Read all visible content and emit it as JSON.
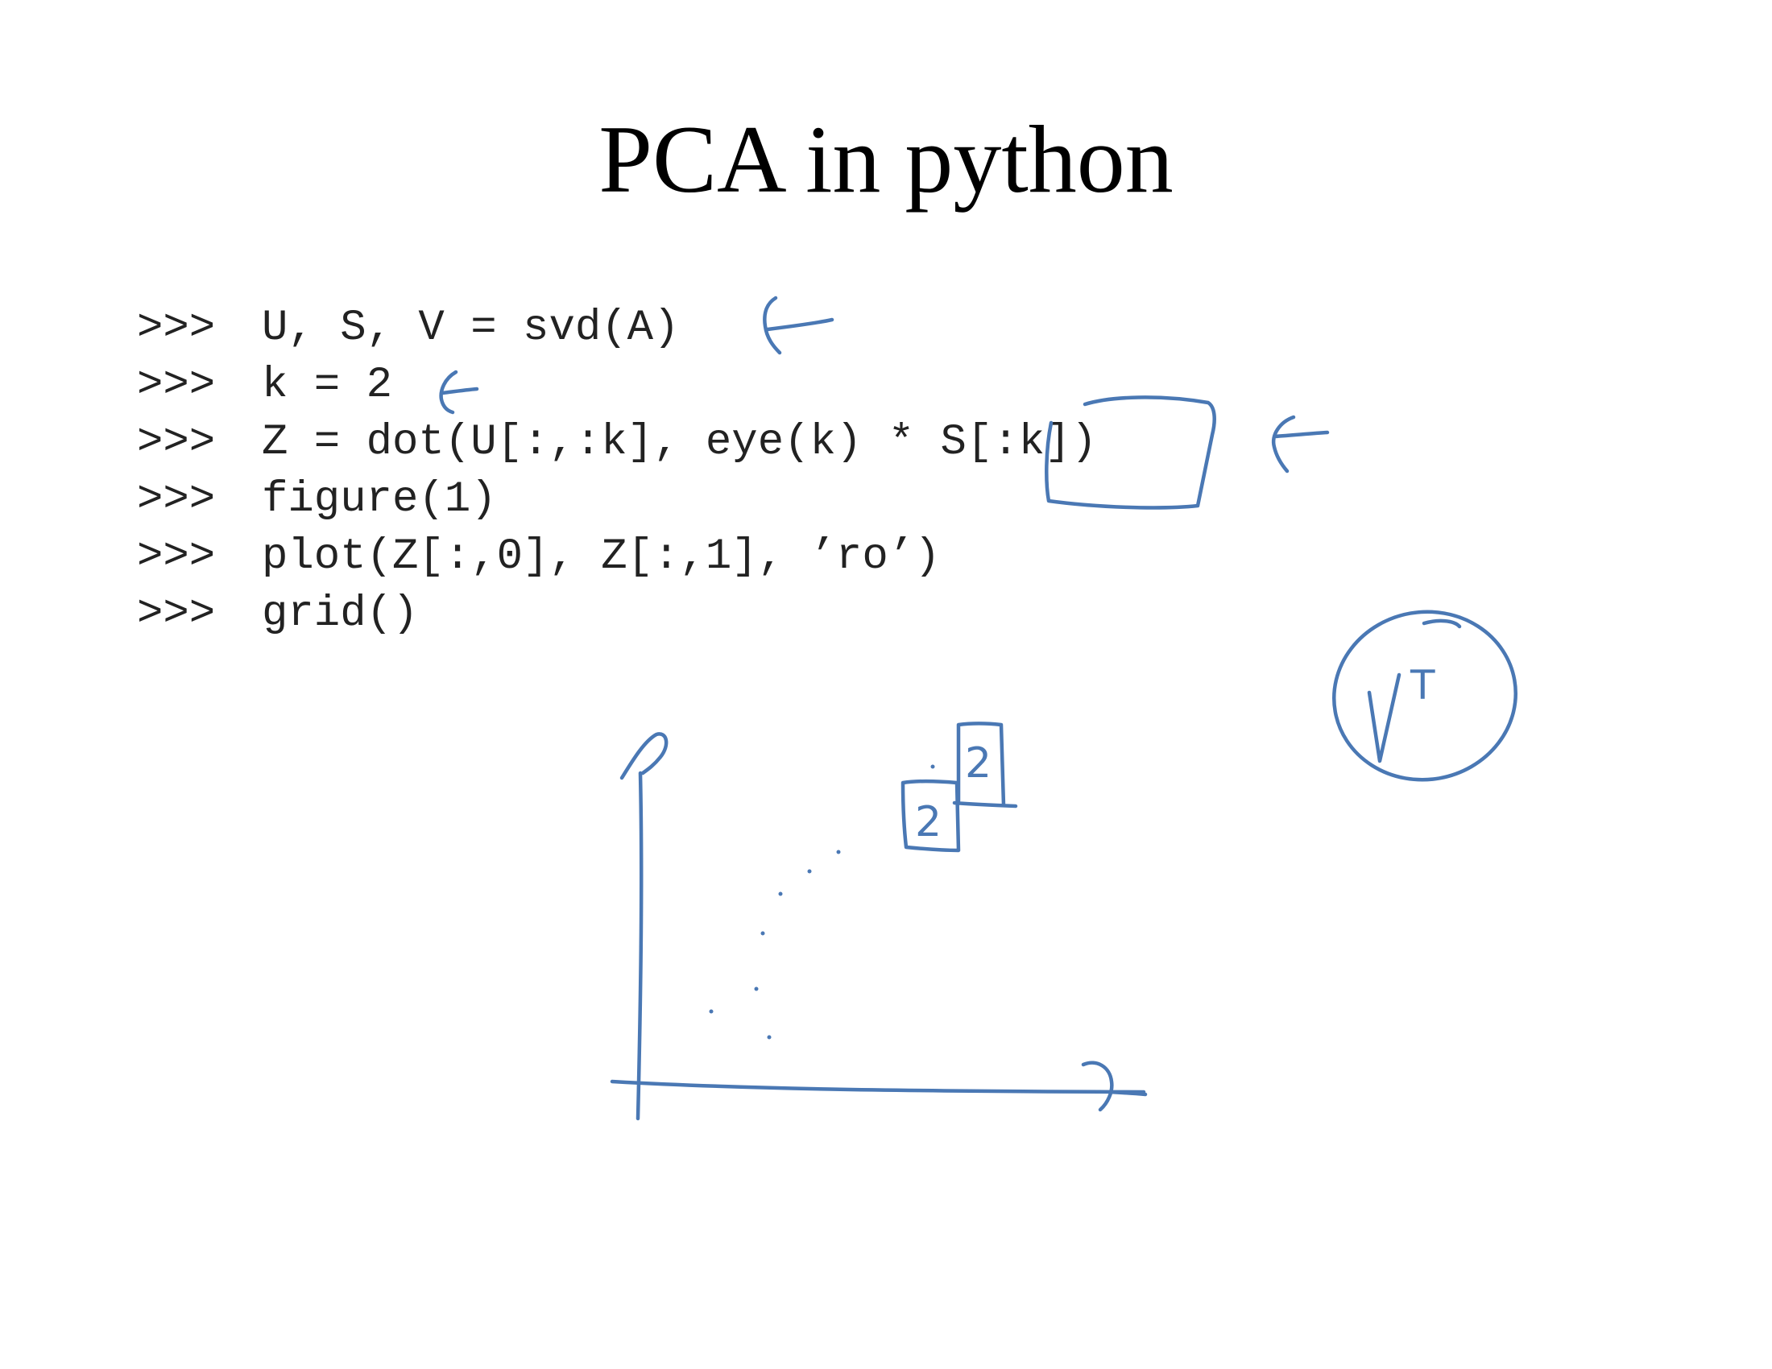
{
  "slide": {
    "title": "PCA in python",
    "code_lines": [
      {
        "prompt": ">>>",
        "code": "U, S, V = svd(A)"
      },
      {
        "prompt": ">>>",
        "code": "k = 2"
      },
      {
        "prompt": ">>>",
        "code": "Z = dot(U[:,:k], eye(k) * S[:k])"
      },
      {
        "prompt": ">>>",
        "code": "figure(1)"
      },
      {
        "prompt": ">>>",
        "code": "plot(Z[:,0], Z[:,1], ’ro’)"
      },
      {
        "prompt": ">>>",
        "code": "grid()"
      }
    ]
  },
  "annotations": {
    "ink_color": "#4a78b4",
    "handwritten_note": "V",
    "handwritten_note_superscript": "T",
    "sketch_box_label_1": "2",
    "sketch_box_label_2": "2"
  }
}
